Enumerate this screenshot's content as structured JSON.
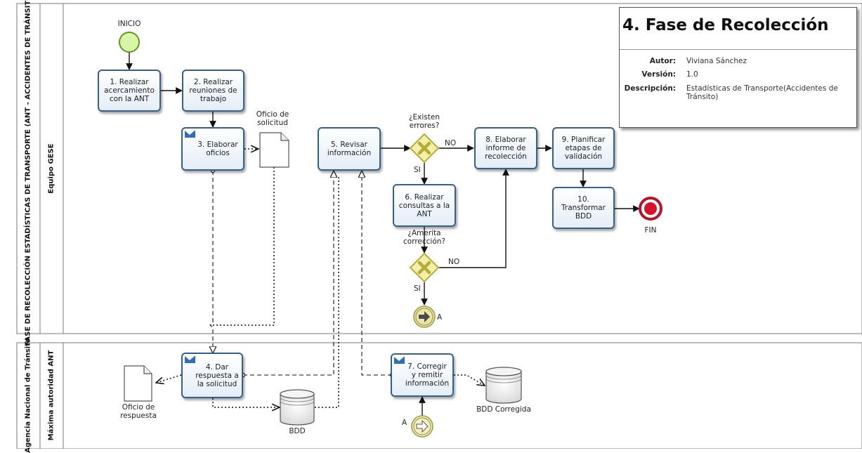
{
  "info_box": {
    "title": "4. Fase de Recolección",
    "author_key": "Autor:",
    "author": "Viviana Sánchez",
    "version_key": "Versión:",
    "version": "1.0",
    "description_key": "Descripción:",
    "description": "Estadísticas de Transporte(Accidentes de Tránsito)"
  },
  "pools": {
    "top": "FASE DE RECOLECCIÓN  ESTADÍSTICAS DE TRANSPORTE (ANT - ACCIDENTES DE TRÁNSITO)",
    "top_lane": "Equipo GESE",
    "bottom": "Agencia Nacional de Tránsito",
    "bottom_lane": "Máxima autoridad ANT"
  },
  "events": {
    "start": "INICIO",
    "end": "FIN",
    "link_out": "A",
    "link_in": "A"
  },
  "tasks": {
    "t1": "1. Realizar acercamiento con la ANT",
    "t2": "2. Realizar reuniones de trabajo",
    "t3": "3. Elaborar oficios",
    "t4": "4. Dar respuesta a la solicitud",
    "t5": "5. Revisar información",
    "t6": "6. Realizar consultas a la ANT",
    "t7": "7. Corregir y remitir información",
    "t8": "8. Elaborar informe de recolección",
    "t9": "9. Planificar etapas de validación",
    "t10": "10. Transformar BDD"
  },
  "gateways": {
    "g1_question": "¿Existen errores?",
    "g1_no": "NO",
    "g1_yes": "SI",
    "g2_question": "¿Amerita corrección?",
    "g2_no": "NO",
    "g2_yes": "SI"
  },
  "artifacts": {
    "doc_request": "Oficio de solicitud",
    "doc_response": "Oficio de respuesta",
    "db": "BDD",
    "db_corrected": "BDD Corregida"
  },
  "colors": {
    "task_border": "#355f8c",
    "start_fill": "#d9f5a8",
    "start_stroke": "#5c9a1f",
    "end_fill": "#d8102a",
    "gateway_fill": "#f2f0a6",
    "gateway_stroke": "#b4ad3e",
    "link_fill": "#e9e6a8"
  }
}
